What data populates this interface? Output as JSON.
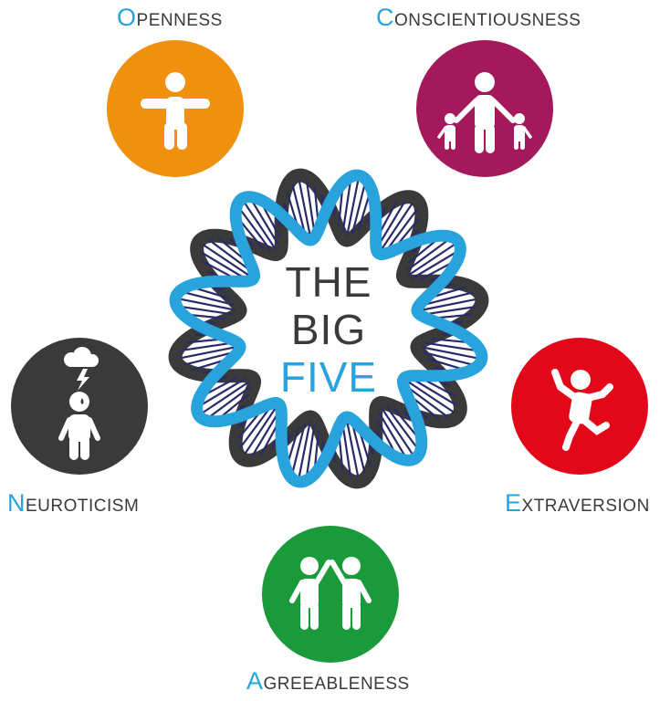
{
  "center": {
    "line1": "THE",
    "line2": "BIG",
    "line3": "FIVE"
  },
  "traits": [
    {
      "cap": "O",
      "rest": "penness",
      "color": "#f0900f",
      "icon": "person-arms-out-icon"
    },
    {
      "cap": "C",
      "rest": "onscientiousness",
      "color": "#a3195b",
      "icon": "adult-with-children-icon"
    },
    {
      "cap": "E",
      "rest": "xtraversion",
      "color": "#e3071a",
      "icon": "jumping-person-icon"
    },
    {
      "cap": "A",
      "rest": "greeableness",
      "color": "#1a9a3a",
      "icon": "two-children-high-five-icon"
    },
    {
      "cap": "N",
      "rest": "euroticism",
      "color": "#3a3a3a",
      "icon": "person-under-storm-cloud-icon"
    }
  ],
  "colors": {
    "accent": "#29a3dc",
    "text": "#3a3a3a",
    "helix_dark": "#3a3a3a",
    "helix_rung": "#2a2a6a"
  }
}
